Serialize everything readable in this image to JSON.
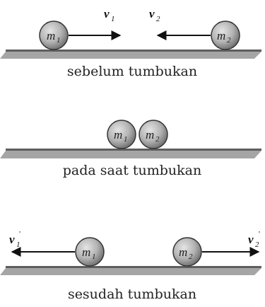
{
  "colors": {
    "ground_top": "#6b6b6b",
    "ground_bottom": "#9a9a9a",
    "ball_light": "#dedede",
    "ball_dark": "#6e6e6e",
    "arrow": "#111111"
  },
  "masses": {
    "m1": {
      "letter": "m",
      "sub": "1"
    },
    "m2": {
      "letter": "m",
      "sub": "2"
    }
  },
  "velocities": {
    "v1": {
      "letter": "v",
      "sub": "1"
    },
    "v2": {
      "letter": "v",
      "sub": "2"
    },
    "v1_after": {
      "letter": "v",
      "sub": "1",
      "prime": "'"
    },
    "v2_after": {
      "letter": "v",
      "sub": "2",
      "prime": "'"
    }
  },
  "captions": {
    "before": "sebelum tumbukan",
    "during": "pada saat tumbukan",
    "after": "sesudah tumbukan"
  }
}
